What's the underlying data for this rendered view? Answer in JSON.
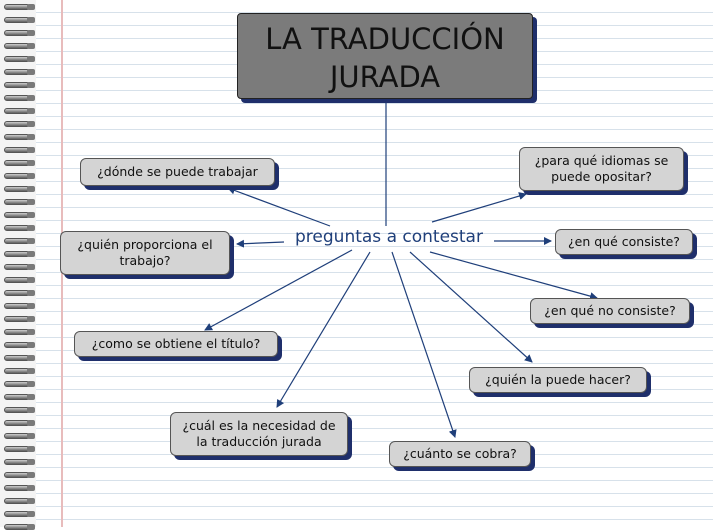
{
  "title": {
    "line1": "LA TRADUCCIÓN",
    "line2": "JURADA"
  },
  "hub_label": "preguntas a contestar",
  "nodes": {
    "donde": "¿dónde se puede trabajar",
    "quien_proporciona": "¿quién proporciona el trabajo?",
    "como_titulo": "¿como se obtiene el título?",
    "necesidad": "¿cuál es la necesidad de la traducción jurada",
    "cuanto": "¿cuánto se cobra?",
    "quien_hacer": "¿quién la puede hacer?",
    "no_consiste": "¿en qué no consiste?",
    "consiste": "¿en qué consiste?",
    "idiomas": "¿para qué idiomas se puede opositar?"
  },
  "colors": {
    "title_fill": "#7b7b7b",
    "node_fill": "#d4d4d4",
    "shadow": "#1f2f6b",
    "hub_text": "#1f3f7a",
    "connector": "#1f3f7a"
  }
}
